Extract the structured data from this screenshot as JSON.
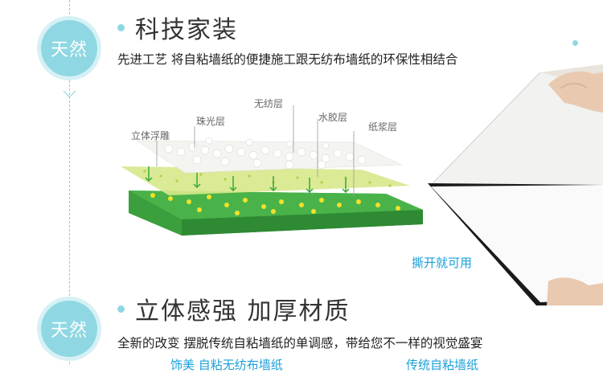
{
  "sections": [
    {
      "badge": "天然",
      "title": "科技家装",
      "description": "先进工艺 将自粘墙纸的便捷施工跟无纺布墙纸的环保性相结合"
    },
    {
      "badge": "天然",
      "title": "立体感强 加厚材质",
      "description": "全新的改变 摆脱传统自粘墙纸的单调感，带给您不一样的视觉盛宴"
    }
  ],
  "diagram": {
    "labels": {
      "emboss": "立体浮雕",
      "pearl": "珠光层",
      "nonwoven": "无纺层",
      "glue": "水胶层",
      "pulp": "纸浆层"
    },
    "colors": {
      "green": "#2e9a3a",
      "accent": "#8fd8e3"
    }
  },
  "photo": {
    "caption": "撕开就可用"
  },
  "bottom_texts": {
    "left": "饰美 自粘无纺布墙纸",
    "right": "传统自粘墙纸"
  }
}
